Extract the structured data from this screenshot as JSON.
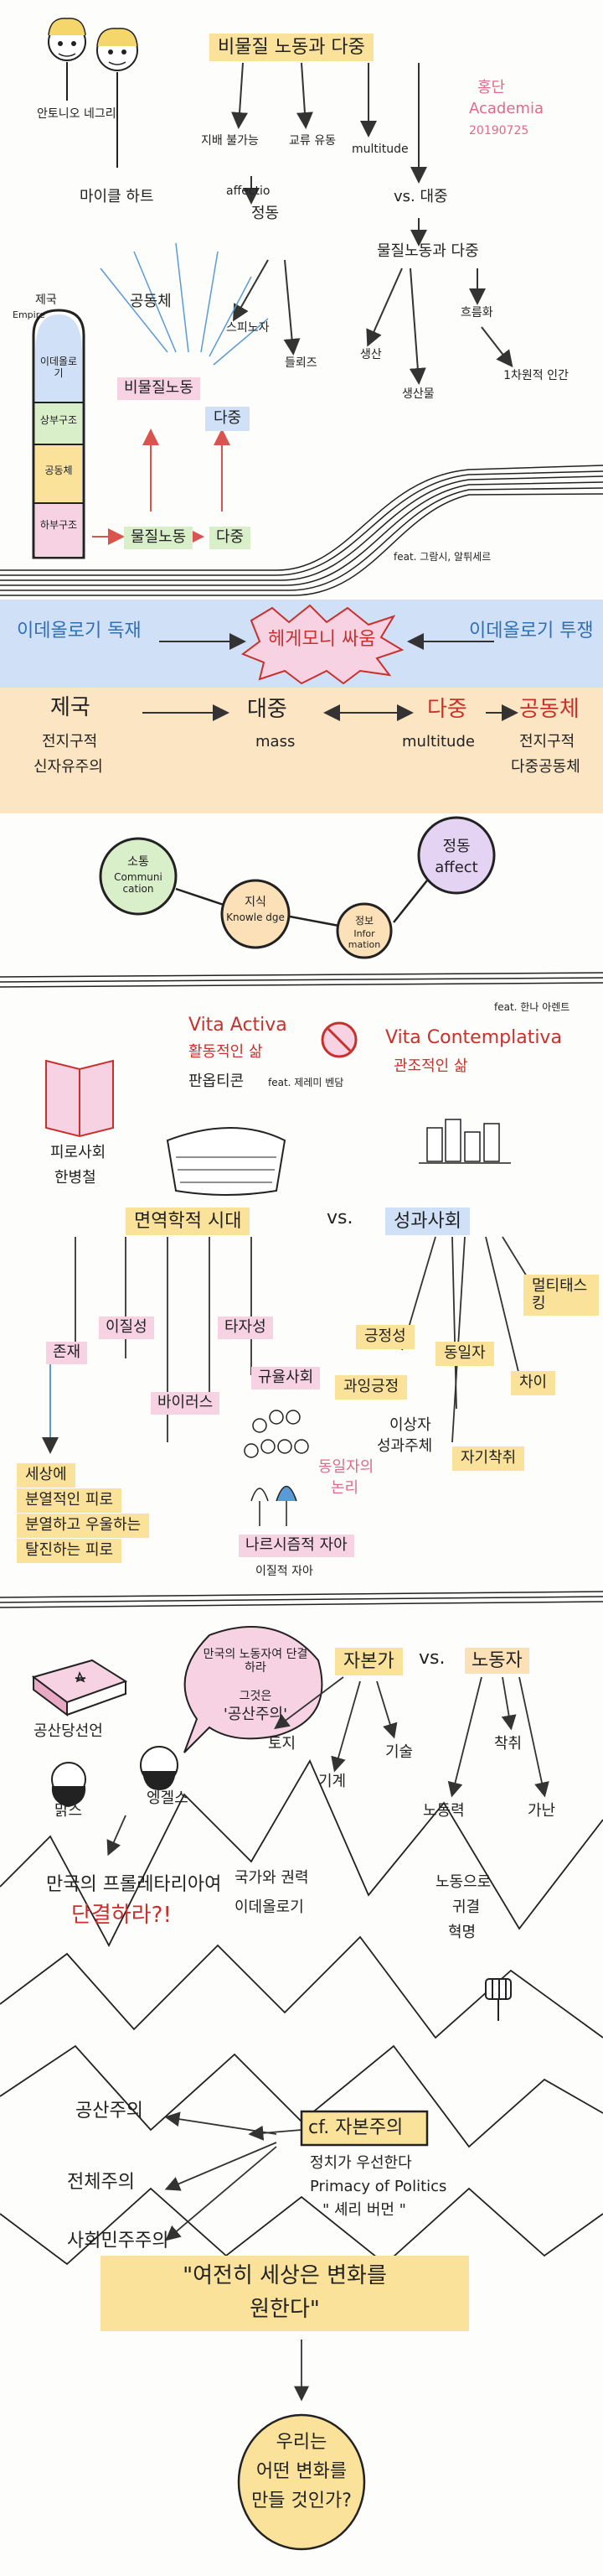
{
  "header": {
    "title": "비물질 노동과 다중",
    "author": "홍단",
    "group": "Academia",
    "date": "20190725"
  },
  "s1": {
    "authors": "안토니오 네그리",
    "hardt": "마이클 하트",
    "branch1": "지배 불가능",
    "branch2": "교류 유동",
    "affectio": "affectio",
    "jeongdong": "정동",
    "spinoza": "스피노자",
    "deleuze": "들뢰즈",
    "multitude": "multitude",
    "vs_mass": "vs. 대중",
    "mul_lang": "물질노동과 다중",
    "crowd": "생산",
    "prod": "생산물",
    "flow": "흐름화",
    "one": "1차원적 인간"
  },
  "s2": {
    "empire_label": "제국",
    "empire_en": "Empire",
    "ideology": "이데올로기",
    "superstructure": "상부구조",
    "community": "공동체",
    "base": "하부구조",
    "immaterial": "비물질노동",
    "multitude": "다중",
    "community2": "공동체",
    "material": "물질노동",
    "multitude2": "다중",
    "feat": "feat. 그람시, 알튀세르",
    "axis_plus": "+",
    "axis_minus": "-"
  },
  "s3": {
    "left": "이데올로기 독재",
    "center": "헤게모니 싸움",
    "right": "이데올로기 투쟁",
    "empire": "제국",
    "empire_sub1": "전지구적",
    "empire_sub2": "신자유주의",
    "mass": "대중",
    "mass_en": "mass",
    "multi": "다중",
    "multi_en": "multitude",
    "common": "공동체",
    "common_sub1": "전지구적",
    "common_sub2": "다중공동체"
  },
  "s4": {
    "n1": "소통 Communication",
    "n1a": "소통",
    "n1b": "Communi cation",
    "n2a": "지식",
    "n2b": "Knowle dge",
    "n3a": "정보",
    "n3b": "Infor mation",
    "n4a": "정동",
    "n4b": "affect"
  },
  "s5": {
    "feat": "feat. 한나 아렌트",
    "vita_active": "Vita Activa",
    "active_ko": "활동적인 삶",
    "panopticon": "판옵티콘",
    "feat2": "feat. 제레미 벤담",
    "contemplativa": "Vita Contemplativa",
    "contemp_ko": "관조적인 삶",
    "book_label": "피로사회",
    "author": "한병철",
    "discipline": "면역학적 시대",
    "vs": "vs.",
    "achievement": "성과사회",
    "d1": "존재",
    "d2": "이질성",
    "d3": "타자성",
    "d4": "바이러스",
    "d5": "규율사회",
    "a1": "긍정성",
    "a2": "동일자",
    "a3": "멀티태스킹",
    "a4": "과잉긍정",
    "a5": "차이",
    "a6": "이상자",
    "a7": "성과주체",
    "a8": "자기착취",
    "tired1": "세상에",
    "tired2": "분열적인 피로",
    "tired3": "분열하고 우울하는",
    "tired4": "탈진하는 피로",
    "same1": "동일자의",
    "same2": "논리",
    "me1": "나르시즘적 자아",
    "me2": "이질적 자아"
  },
  "s6": {
    "manifesto": "공산당선언",
    "marx": "맑스",
    "engels": "엥겔스",
    "bubble1": "만국의 노동자여 단결하라",
    "bubble2": "그것은",
    "bubble3": "'공산주의'",
    "capital": "자본가",
    "vs": "vs.",
    "labor": "노동자",
    "c1": "토지",
    "c2": "기계",
    "c3": "기술",
    "l1": "노동력",
    "l2": "착취",
    "l3": "가난",
    "call1": "만국의 프롤레타리아여",
    "call2": "단결하라?!",
    "state1": "국가와 권력",
    "state2": "이데올로기",
    "lab1": "노동으로",
    "lab2": "귀결",
    "lab3": "혁명",
    "comm": "공산주의",
    "totalitarian": "전체주의",
    "socialism": "사회민주주의",
    "cf": "cf. 자본주의",
    "pol1": "정치가 우선한다",
    "pol2": "Primacy of Politics",
    "pol3": "\" 셰리 버먼 \"",
    "quote1": "\"여전히 세상은 변화를",
    "quote2": "원한다\"",
    "q1": "우리는",
    "q2": "어떤 변화를",
    "q3": "만들 것인가?"
  }
}
